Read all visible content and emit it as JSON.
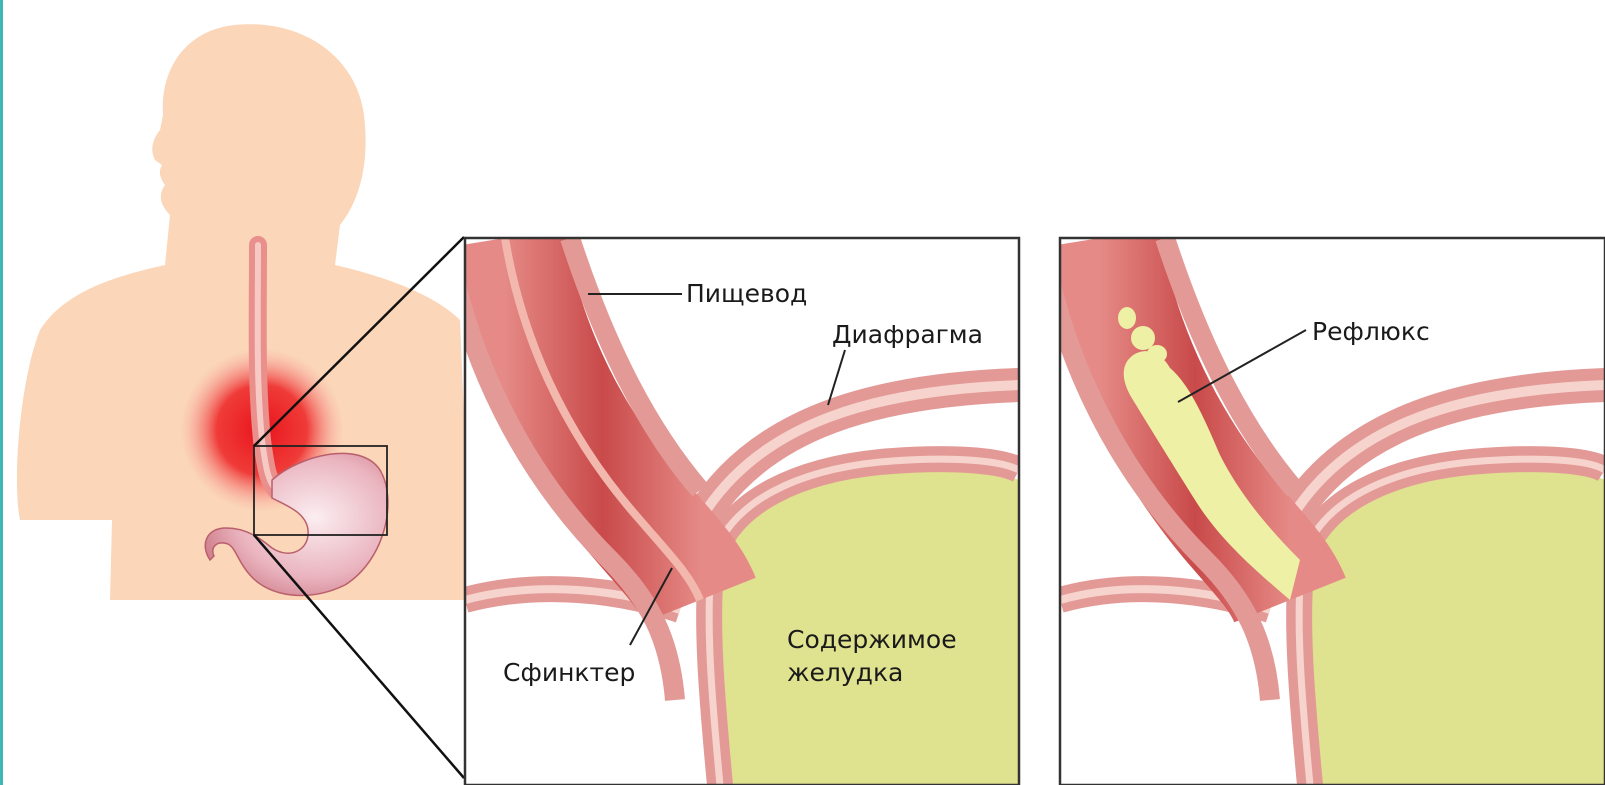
{
  "labels": {
    "esophagus": "Пищевод",
    "diaphragm": "Диафрагма",
    "sphincter": "Сфинктер",
    "stomach_contents_line1": "Содержимое",
    "stomach_contents_line2": "желудка",
    "reflux": "Рефлюкс"
  },
  "colors": {
    "skin": "#fbd6b8",
    "heartburn_red": "#e8131c",
    "esophagus_red": "#d9655f",
    "esophagus_wall": "#f2b8ae",
    "stomach_pink": "#eab4bf",
    "stomach_contents": "#dfe28f",
    "reflux_yellow": "#eef0a5",
    "frame": "#333333"
  }
}
